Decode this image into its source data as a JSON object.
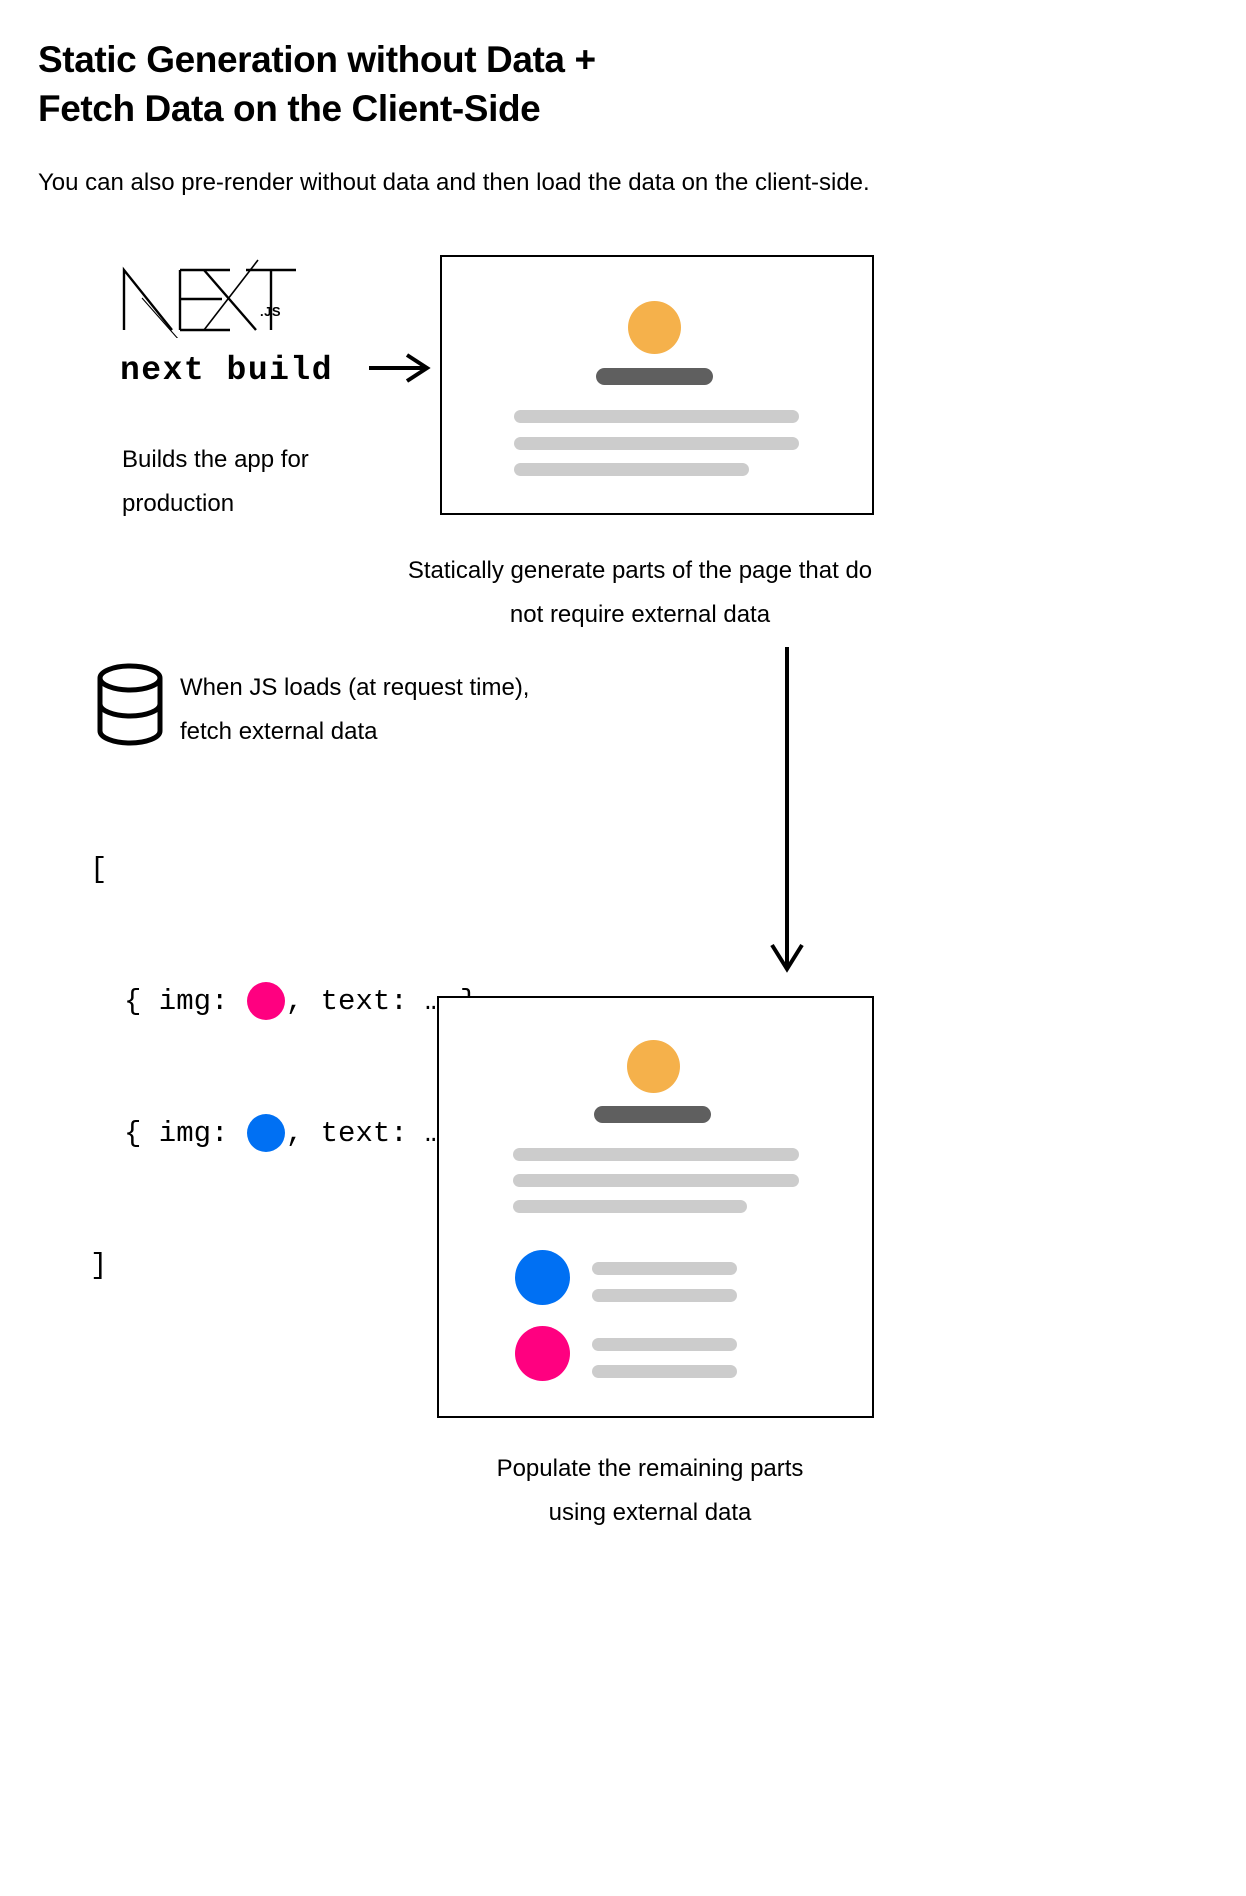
{
  "title": {
    "line1": "Static Generation without Data +",
    "line2": "Fetch Data on the Client-Side"
  },
  "intro": "You can also pre-render without data and then load the data on the client-side.",
  "logo": {
    "wordmark": "NEXT",
    "suffix": ".JS",
    "name": "nextjs-logo"
  },
  "build": {
    "command": "next build",
    "arrow": "arrow-right-icon",
    "caption_line1": "Builds the app for",
    "caption_line2": "production"
  },
  "captions": {
    "static_line1": "Statically generate parts of the page that do",
    "static_line2": "not require external data",
    "populate_line1": "Populate the remaining parts",
    "populate_line2": "using external data"
  },
  "fetch": {
    "icon": "database-icon",
    "line1": "When JS loads (at request time),",
    "line2": "fetch external data"
  },
  "code": {
    "open_bracket": "[",
    "close_bracket": "]",
    "row1_prefix": "{ img: ",
    "row1_suffix": ", text: … },",
    "row2_prefix": "{ img: ",
    "row2_suffix": ", text: … },",
    "swatch1_color": "#ff0080",
    "swatch2_color": "#0070f3"
  },
  "arrow_down": "arrow-down-icon",
  "colors": {
    "avatar_orange": "#f5b14b",
    "title_bar_gray": "#5f5f5f",
    "body_bar_gray": "#cccccc",
    "pink": "#ff0080",
    "blue": "#0070f3",
    "stroke_black": "#000000",
    "background": "#ffffff"
  },
  "mock_static": {
    "name": "static-generated-page-mock",
    "avatar_color": "#f5b14b",
    "title_bar_color": "#5f5f5f",
    "body_bars": 3
  },
  "mock_populated": {
    "name": "populated-page-mock",
    "avatar_color": "#f5b14b",
    "title_bar_color": "#5f5f5f",
    "body_bars": 3,
    "data_rows": [
      {
        "avatar_color": "#0070f3",
        "bars": 2
      },
      {
        "avatar_color": "#ff0080",
        "bars": 2
      }
    ]
  }
}
